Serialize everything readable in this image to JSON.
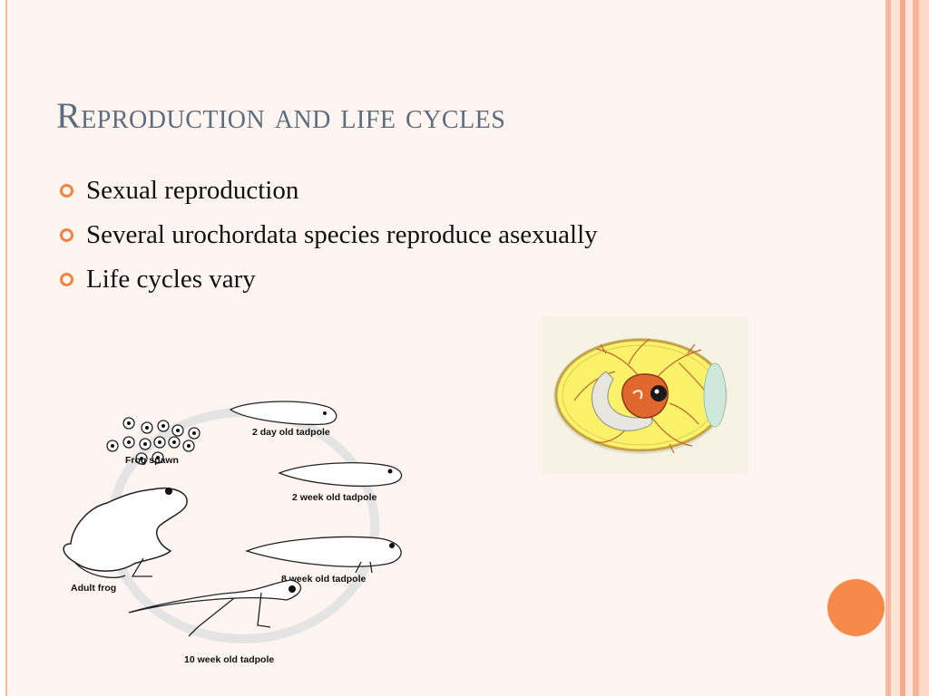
{
  "slide": {
    "title": "Reproduction and life cycles",
    "bullets": [
      "Sexual reproduction",
      "Several urochordata species reproduce asexually",
      "Life cycles vary"
    ]
  },
  "frog_diagram": {
    "labels": {
      "spawn": "Frog spawn",
      "day2": "2 day old tadpole",
      "week2": "2 week old tadpole",
      "week8": "8 week old tadpole",
      "week10": "10 week old tadpole",
      "adult": "Adult frog"
    }
  },
  "colors": {
    "title": "#5d6d80",
    "bullet_icon": "#f3833f",
    "frame_border": "#f4b7a0",
    "accent_circle": "#f7894a"
  }
}
